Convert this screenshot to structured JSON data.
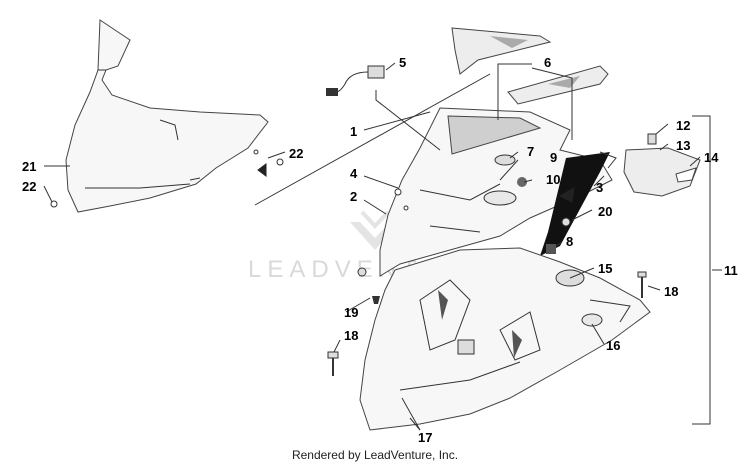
{
  "watermark": "LEADVENTURE",
  "footer": "Rendered by LeadVenture, Inc.",
  "callouts": [
    "1",
    "2",
    "3",
    "4",
    "5",
    "6",
    "7",
    "8",
    "9",
    "10",
    "11",
    "12",
    "13",
    "14",
    "15",
    "16",
    "17",
    "18",
    "18",
    "19",
    "20",
    "21",
    "22",
    "22"
  ]
}
